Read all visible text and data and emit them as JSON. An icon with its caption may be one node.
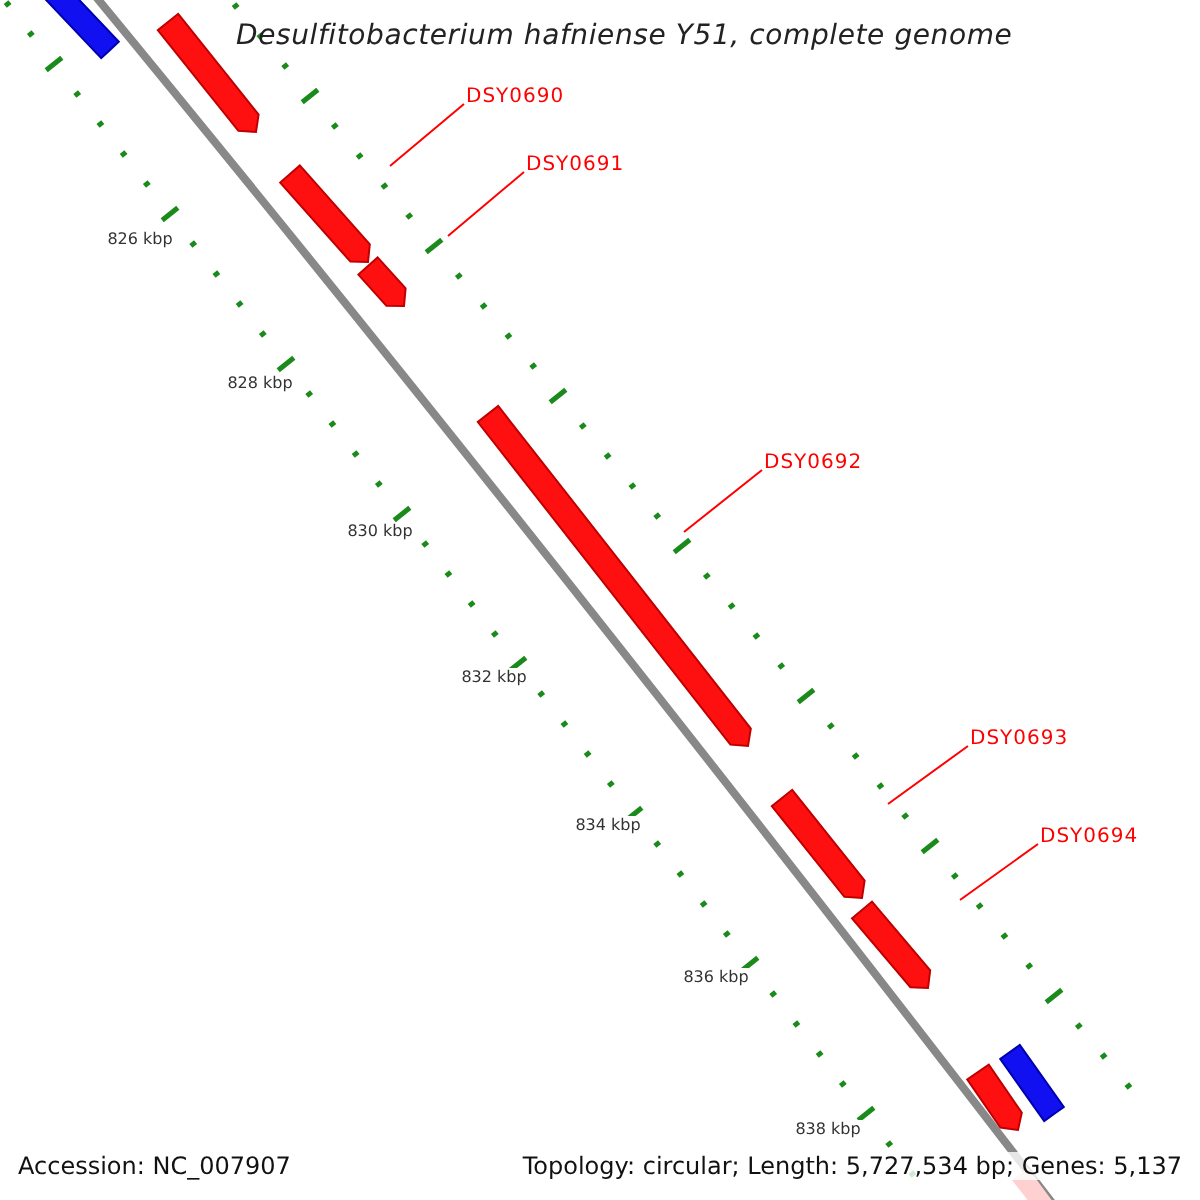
{
  "diagram": {
    "title": "Desulfitobacterium hafniense Y51, complete genome",
    "nodes": [
      {
        "text": [
          "DSY0690"
        ]
      },
      {
        "text": [
          "DSY0691"
        ]
      },
      {
        "text": [
          "DSY0692"
        ]
      },
      {
        "text": [
          "DSY0693"
        ]
      },
      {
        "text": [
          "DSY0694"
        ]
      }
    ],
    "edges": [
      {
        "from": 0,
        "to": null,
        "arrow": "none"
      },
      {
        "from": 1,
        "to": null,
        "arrow": "none"
      },
      {
        "from": 2,
        "to": null,
        "arrow": "none"
      },
      {
        "from": 3,
        "to": null,
        "arrow": "none"
      },
      {
        "from": 4,
        "to": null,
        "arrow": "none"
      }
    ],
    "labels": [
      "826 kbp",
      "828 kbp",
      "830 kbp",
      "832 kbp",
      "834 kbp",
      "836 kbp",
      "838 kbp",
      "Accession: NC_007907",
      "Topology: circular; Length: 5,727,534 bp; Genes: 5,137"
    ]
  }
}
